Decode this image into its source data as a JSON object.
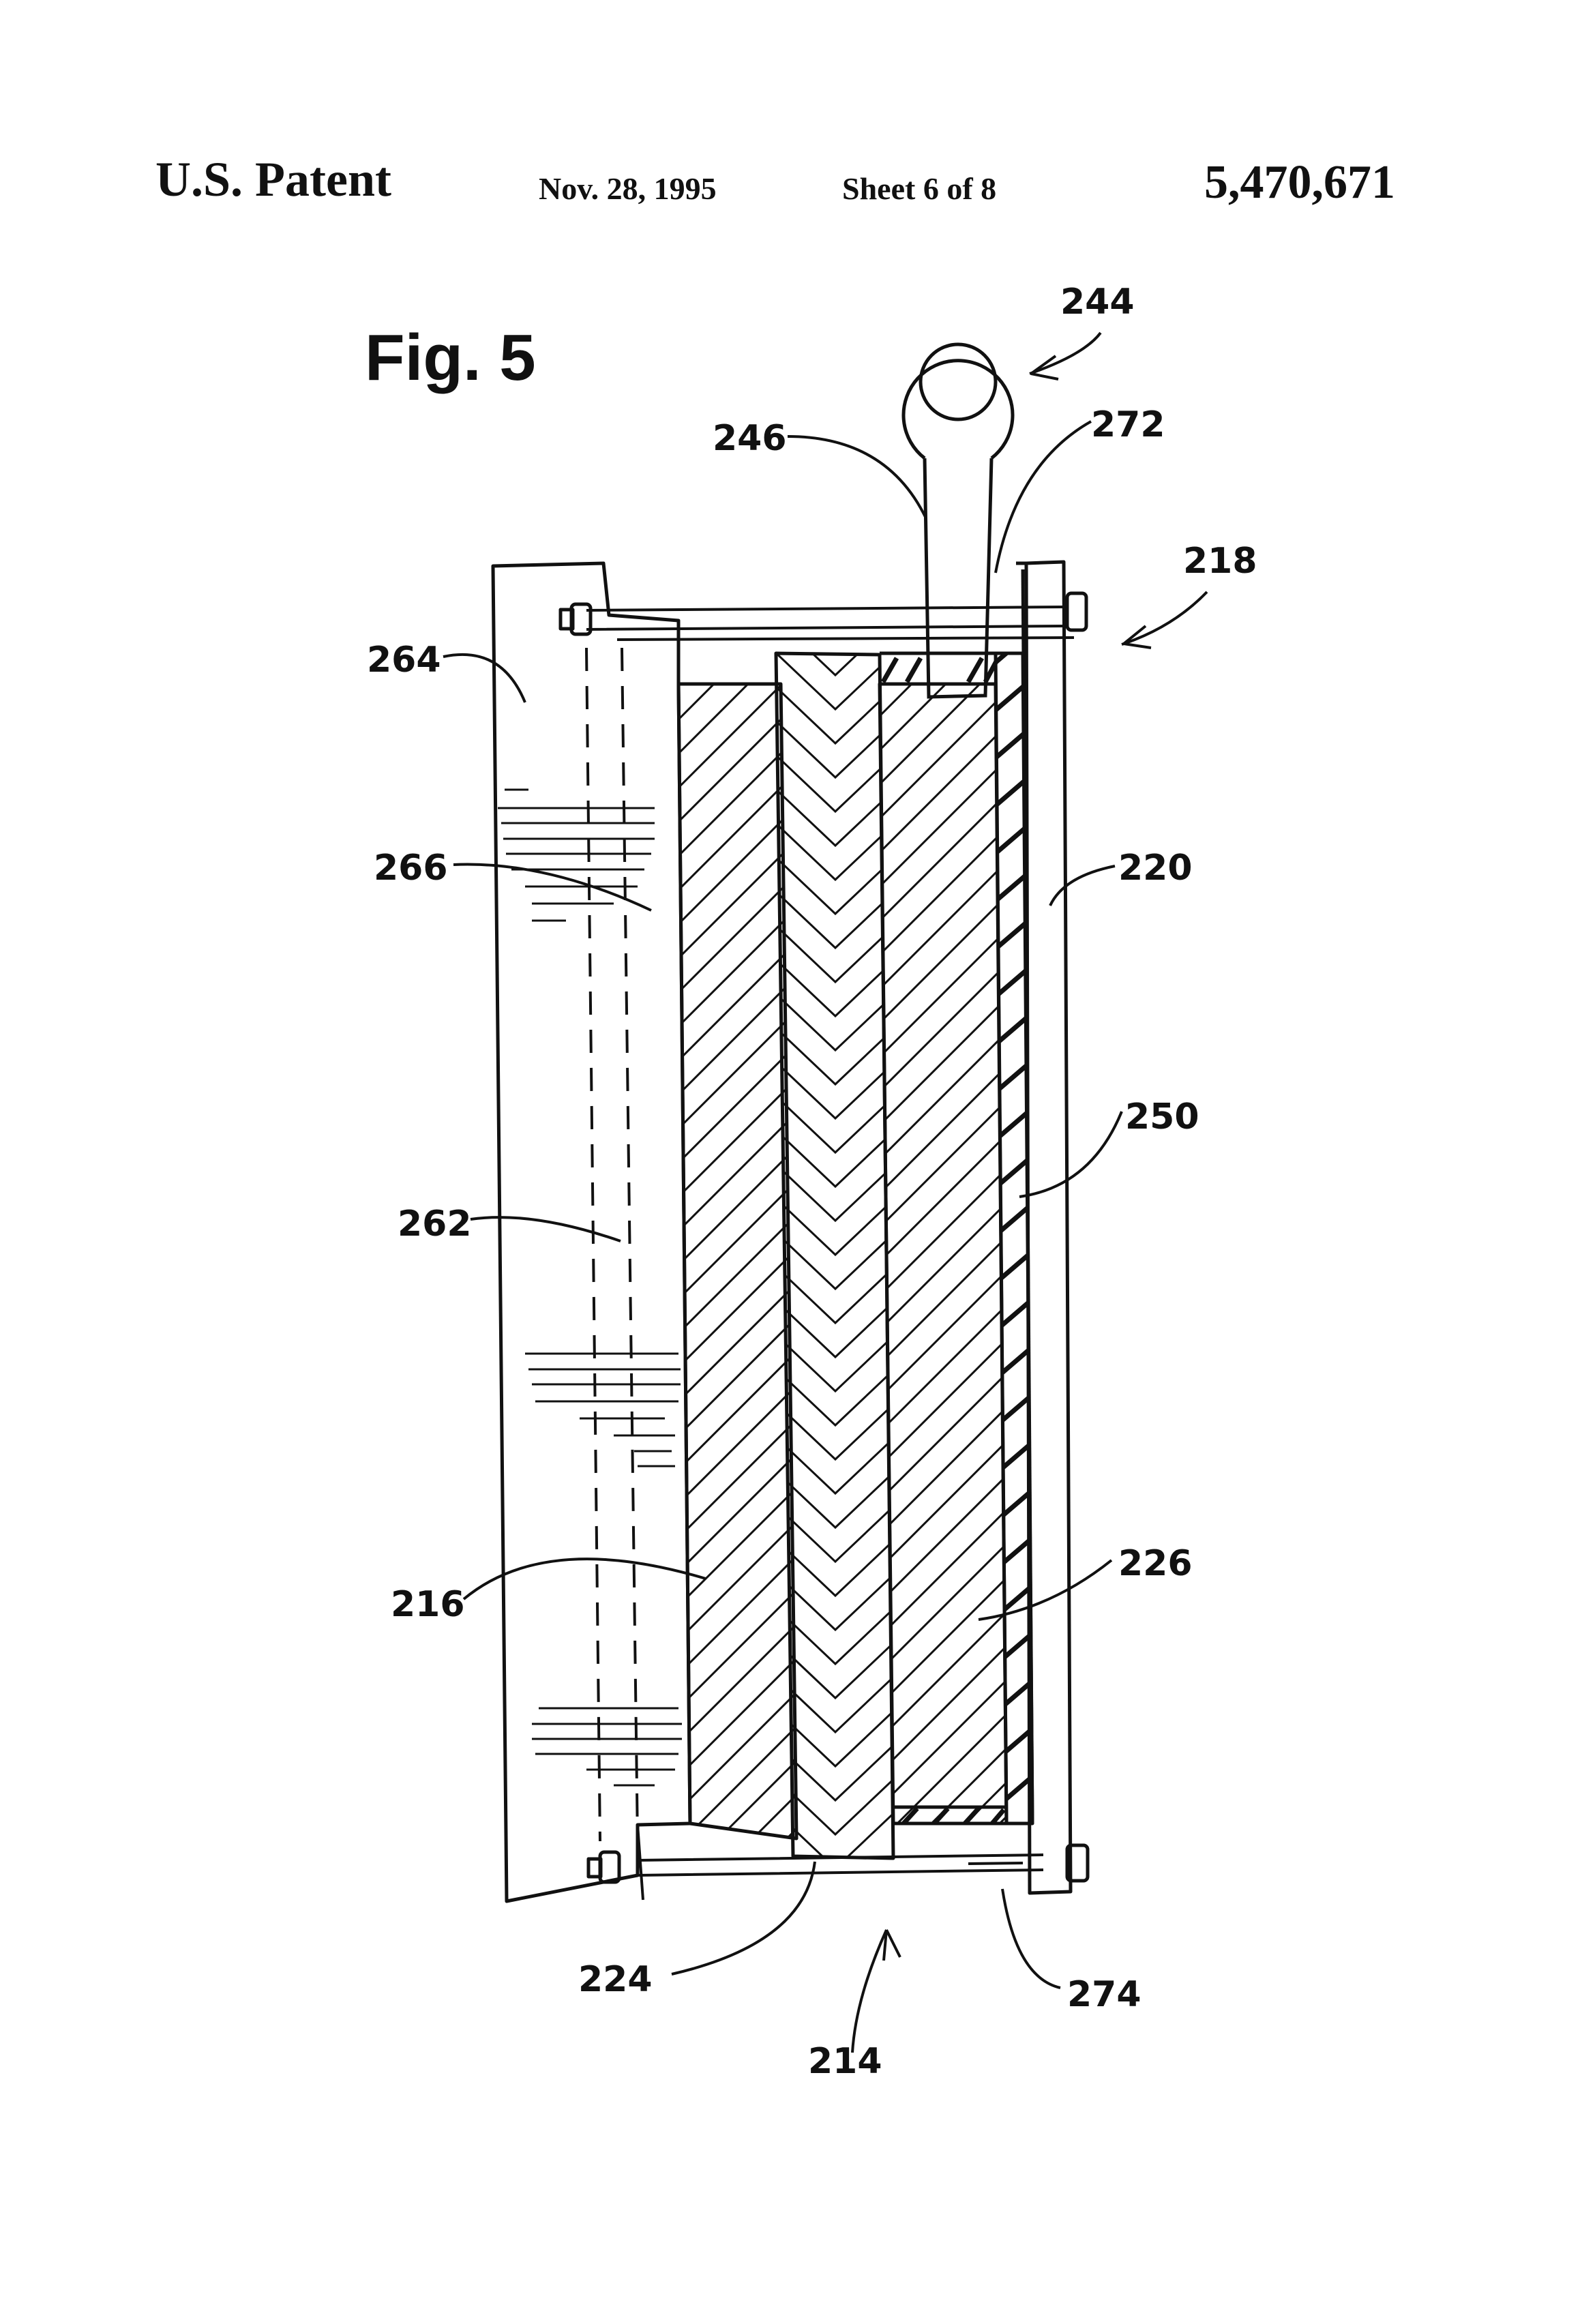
{
  "header": {
    "left": "U.S. Patent",
    "date": "Nov. 28, 1995",
    "sheet": "Sheet 6 of 8",
    "patent_number": "5,470,671"
  },
  "figure": {
    "title": "Fig. 5",
    "labels": {
      "l244": "244",
      "l246": "246",
      "l272": "272",
      "l218": "218",
      "l264": "264",
      "l266": "266",
      "l220": "220",
      "l250": "250",
      "l262": "262",
      "l226": "226",
      "l216": "216",
      "l224": "224",
      "l274": "274",
      "l214": "214"
    }
  },
  "colors": {
    "ink": "#111111",
    "paper": "#ffffff"
  }
}
